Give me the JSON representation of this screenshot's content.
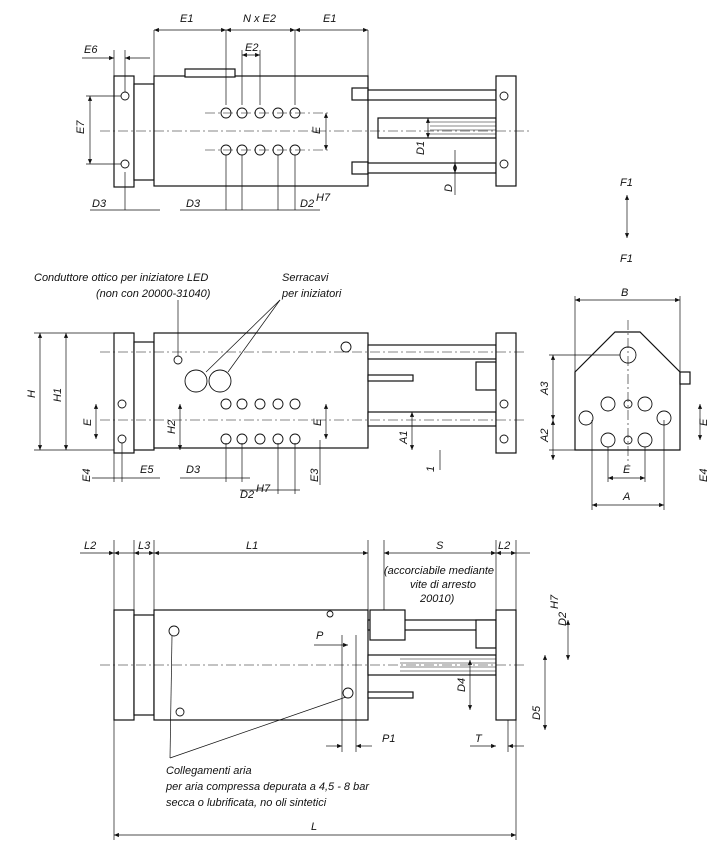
{
  "labels": {
    "E1_left": "E1",
    "NxE2": "N x E2",
    "E1_right": "E1",
    "E6": "E6",
    "E2": "E2",
    "E7": "E7",
    "E_top": "E",
    "D1": "D1",
    "D": "D",
    "D3_a": "D3",
    "D3_b": "D3",
    "D2H7_top": "D2",
    "H7_top": "H7",
    "F1_up": "F1",
    "F1_down": "F1",
    "H": "H",
    "H1": "H1",
    "E_mid_left": "E",
    "H2": "H2",
    "E_mid": "E",
    "A1": "A1",
    "one": "1",
    "E4_mid": "E4",
    "E5": "E5",
    "D3_mid": "D3",
    "E3": "E3",
    "D2H7_mid": "D2",
    "H7_mid": "H7",
    "B": "B",
    "A3": "A3",
    "A2": "A2",
    "E_side": "E",
    "E_side_bottom": "E",
    "A": "A",
    "E4_side": "E4",
    "L2_left": "L2",
    "L3": "L3",
    "L1": "L1",
    "S": "S",
    "L2_right": "L2",
    "P": "P",
    "P1": "P1",
    "T": "T",
    "D4": "D4",
    "D5": "D5",
    "D2H7_bot": "D2",
    "H7_bot": "H7",
    "L": "L"
  },
  "notes": {
    "led_line1": "Conduttore ottico per iniziatore LED",
    "led_line2": "(non con 20000-31040)",
    "serracavi_line1": "Serracavi",
    "serracavi_line2": "per iniziatori",
    "s_note_line1": "(accorciabile mediante",
    "s_note_line2": "vite di arresto",
    "s_note_line3": "20010)",
    "air_line1": "Collegamenti aria",
    "air_line2": "per aria compressa depurata a 4,5 - 8 bar",
    "air_line3": "secca o lubrificata, no oli sintetici"
  }
}
